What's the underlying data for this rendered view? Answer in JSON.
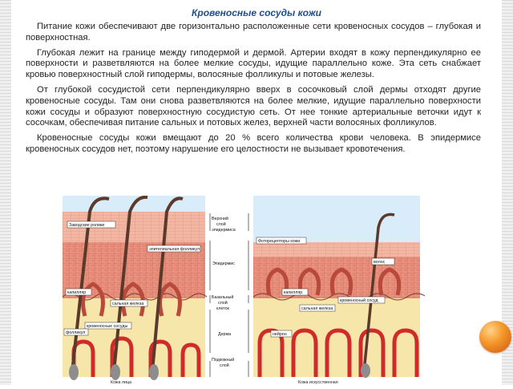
{
  "title": "Кровеносные сосуды кожи",
  "paragraphs": [
    "Питание кожи обеспечивают две горизонтально расположенные сети кровеносных сосудов – глубокая и поверхностная.",
    "Глубокая лежит на границе между гиподермой и дермой. Артерии входят в кожу перпендикулярно ее поверхности и разветвляются на более мелкие сосуды, идущие параллельно коже. Эта сеть снабжает кровью поверхностный слой гиподермы, волосяные фолликулы и потовые железы.",
    "От глубокой сосудистой сети перпендикулярно вверх в сосочковый слой дермы отходят другие кровеносные сосуды. Там они снова разветвляются на более мелкие, идущие параллельно поверхности кожи сосуды и образуют поверхностную сосудистую сеть. От нее тонкие артериальные веточки идут к сосочкам, обеспечивая питание сальных и потовых желез, верхней части волосяных фолликулов.",
    "Кровеносные сосуды кожи вмещают до 20 % всего количества крови человека. В эпидермисе кровеносных сосудов нет, поэтому нарушение его целостности не вызывает кровотечения."
  ],
  "figure": {
    "layers": {
      "top": "Верхний слой эпидермиса",
      "epidermis": "Эпидермис",
      "basal": "Базальный слой клеток",
      "dermis": "Дерма",
      "hypodermis": "Подкожный слой"
    },
    "left_labels": {
      "l1": "Заводские ролики",
      "l2": "эпителиальная фолликул",
      "l3": "капилляр",
      "l4": "сальная железа",
      "l5": "кровеносные сосуды",
      "l6": "фолликул"
    },
    "right_labels": {
      "r1": "Фоторецепторы кожи",
      "r2": "волос",
      "r3": "капилляр",
      "r4": "кровеносный сосуд",
      "r5": "сальная железа",
      "r6": "нейрон"
    },
    "captions": {
      "left": "Кожа лица",
      "right": "Кожа искусственная"
    },
    "colors": {
      "epidermis_top": "#f2b7a3",
      "epidermis": "#e58a78",
      "dermis": "#f7e6a9",
      "vessel": "#cf2b2b",
      "sky": "#d8ecfa",
      "hair": "#5b3a2b"
    }
  }
}
